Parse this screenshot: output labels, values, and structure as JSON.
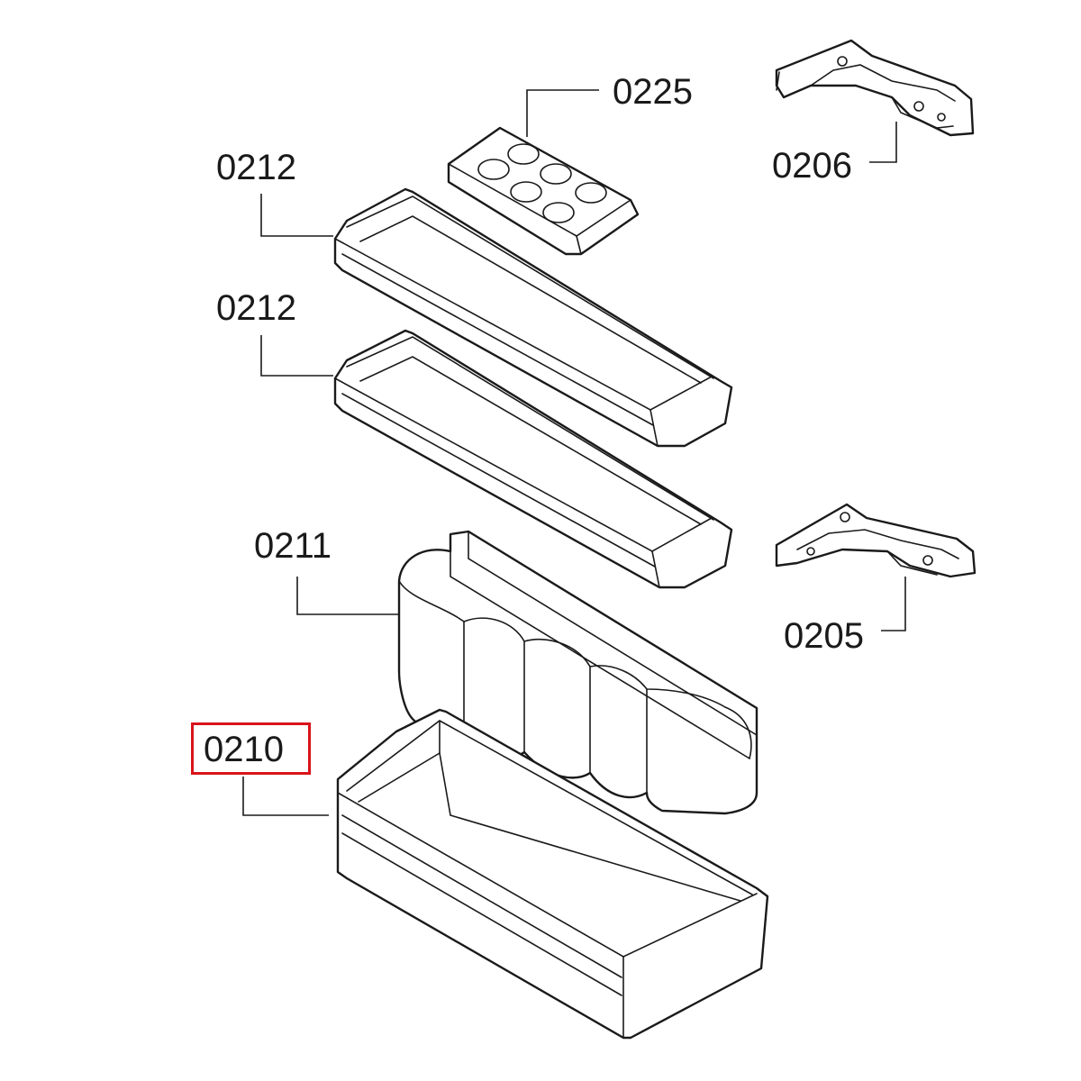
{
  "labels": {
    "tray_0225": "0225",
    "hinge_0206": "0206",
    "shelf_top_0212": "0212",
    "shelf_mid_0212": "0212",
    "bottle_0211": "0211",
    "hinge_0205": "0205",
    "bin_0210": "0210"
  },
  "highlight": {
    "part": "0210",
    "color": "#d9141b"
  }
}
